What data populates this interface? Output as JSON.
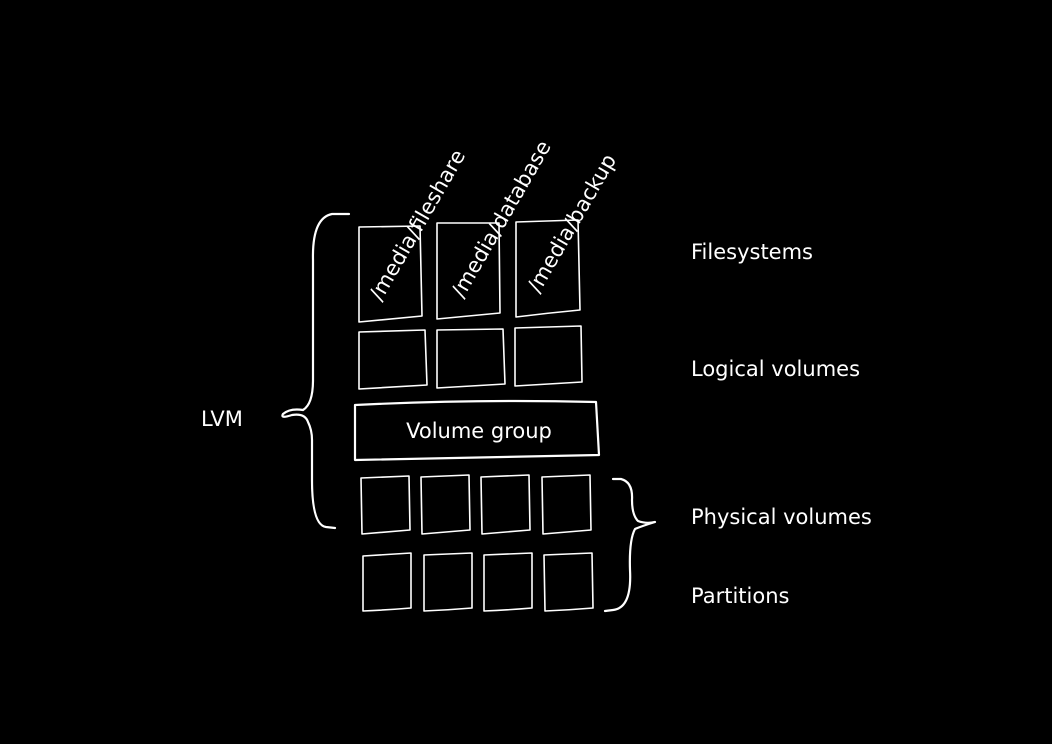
{
  "diagram": {
    "background": "#000000",
    "foreground": "#ffffff",
    "filesystems": [
      "/media/fileshare",
      "/media/database",
      "/media/backup"
    ],
    "volume_group_label": "Volume group",
    "lvm_label": "LVM",
    "layers": {
      "filesystems": "Filesystems",
      "logical_volumes": "Logical volumes",
      "physical_volumes": "Physical volumes",
      "partitions": "Partitions"
    },
    "counts": {
      "logical_volumes": 3,
      "physical_volumes": 4,
      "partitions": 4
    }
  }
}
